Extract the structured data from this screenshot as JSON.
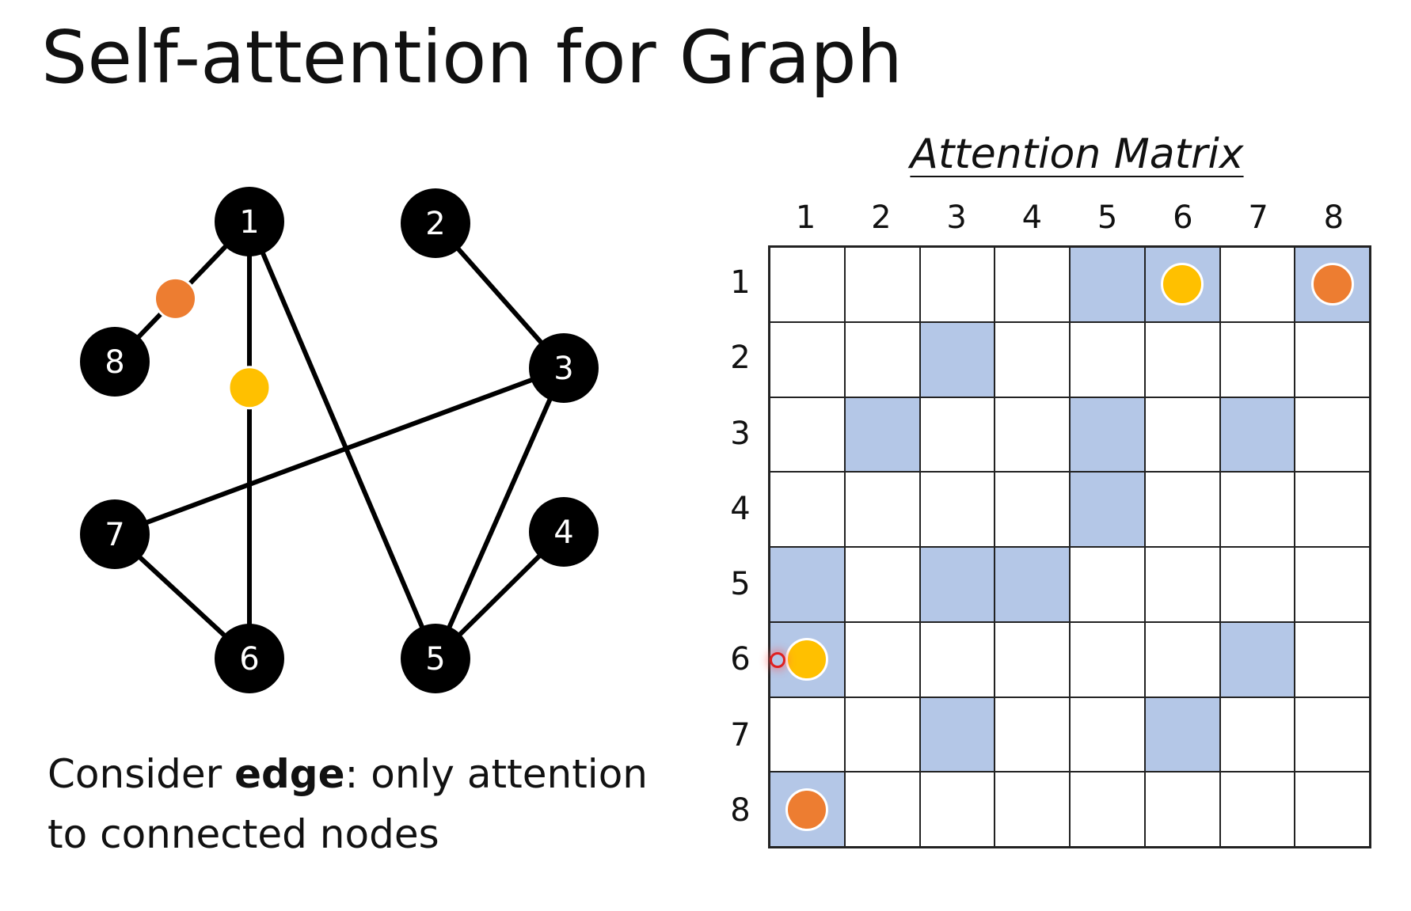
{
  "slide": {
    "title": "Self-attention for Graph",
    "caption_pre": "Consider ",
    "caption_bold": "edge",
    "caption_post": ": only attention",
    "caption_line2": "to connected nodes"
  },
  "graph": {
    "nodes": [
      {
        "id": "1",
        "label": "1"
      },
      {
        "id": "2",
        "label": "2"
      },
      {
        "id": "3",
        "label": "3"
      },
      {
        "id": "4",
        "label": "4"
      },
      {
        "id": "5",
        "label": "5"
      },
      {
        "id": "6",
        "label": "6"
      },
      {
        "id": "7",
        "label": "7"
      },
      {
        "id": "8",
        "label": "8"
      }
    ],
    "edges": [
      [
        "1",
        "8"
      ],
      [
        "1",
        "6"
      ],
      [
        "1",
        "5"
      ],
      [
        "2",
        "3"
      ],
      [
        "3",
        "7"
      ],
      [
        "3",
        "5"
      ],
      [
        "4",
        "5"
      ],
      [
        "7",
        "6"
      ]
    ],
    "edge_markers": [
      {
        "edge": [
          "1",
          "8"
        ],
        "color": "#ed7d31"
      },
      {
        "edge": [
          "1",
          "6"
        ],
        "color": "#ffc000"
      }
    ],
    "node_color": "#000000",
    "node_text_color": "#ffffff"
  },
  "matrix": {
    "title": "Attention Matrix",
    "column_labels": [
      "1",
      "2",
      "3",
      "4",
      "5",
      "6",
      "7",
      "8"
    ],
    "row_labels": [
      "1",
      "2",
      "3",
      "4",
      "5",
      "6",
      "7",
      "8"
    ],
    "highlight_color": "#b4c7e7",
    "cells": [
      [
        0,
        0,
        0,
        0,
        1,
        1,
        0,
        1
      ],
      [
        0,
        0,
        1,
        0,
        0,
        0,
        0,
        0
      ],
      [
        0,
        1,
        0,
        0,
        1,
        0,
        1,
        0
      ],
      [
        0,
        0,
        0,
        0,
        1,
        0,
        0,
        0
      ],
      [
        1,
        0,
        1,
        1,
        0,
        0,
        0,
        0
      ],
      [
        1,
        0,
        0,
        0,
        0,
        0,
        1,
        0
      ],
      [
        0,
        0,
        1,
        0,
        0,
        1,
        0,
        0
      ],
      [
        1,
        0,
        0,
        0,
        0,
        0,
        0,
        0
      ]
    ],
    "markers": [
      {
        "row": 1,
        "col": 6,
        "color": "#ffc000"
      },
      {
        "row": 1,
        "col": 8,
        "color": "#ed7d31"
      },
      {
        "row": 6,
        "col": 1,
        "color": "#ffc000"
      },
      {
        "row": 8,
        "col": 1,
        "color": "#ed7d31"
      }
    ]
  }
}
